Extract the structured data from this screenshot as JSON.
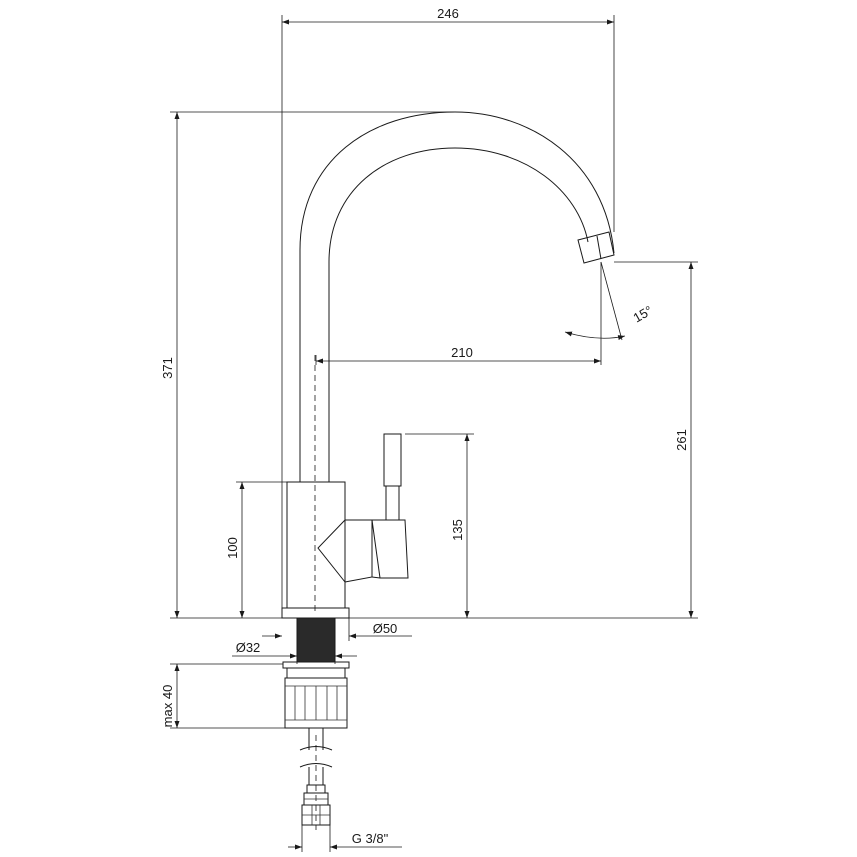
{
  "dimensions": {
    "reach_total": "246",
    "reach_spout": "210",
    "height_total": "371",
    "height_outlet": "261",
    "height_lever": "135",
    "height_body": "100",
    "diameter_base": "Ø50",
    "diameter_shank": "Ø32",
    "mount_thickness": "max 40",
    "connection": "G 3/8\"",
    "angle": "15°"
  },
  "colors": {
    "line": "#1a1a1a",
    "fill_dark": "#2a2a2a",
    "background": "#ffffff"
  }
}
